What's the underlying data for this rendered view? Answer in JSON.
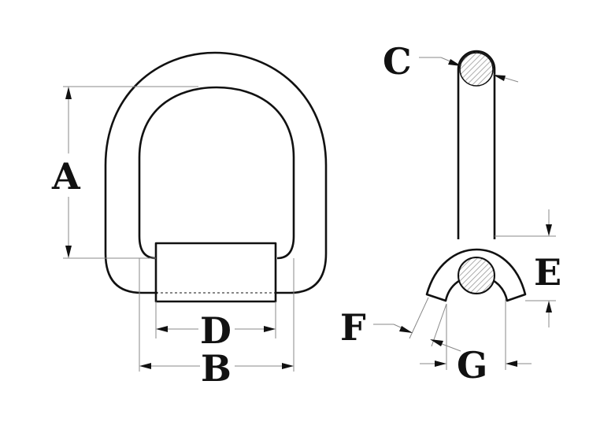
{
  "labels": {
    "a": "A",
    "b": "B",
    "c": "C",
    "d": "D",
    "e": "E",
    "f": "F",
    "g": "G"
  },
  "colors": {
    "line": "#111111",
    "dimension_line": "#888888",
    "hatch": "#999999",
    "background": "#ffffff"
  }
}
